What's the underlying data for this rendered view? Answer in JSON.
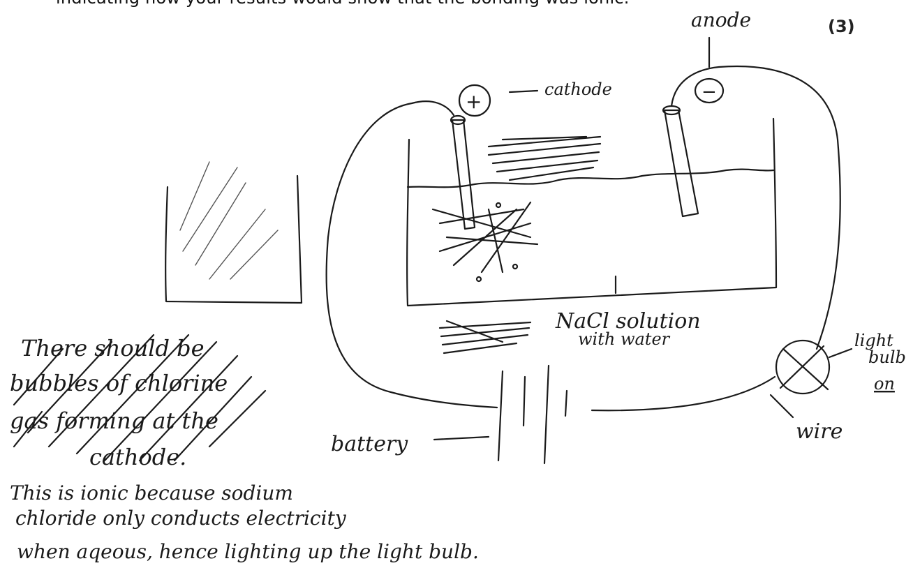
{
  "question": {
    "prompt_tail": "indicating how your results would show that the bonding was ionic.",
    "marks": "(3)"
  },
  "diagram_labels": {
    "anode": "anode",
    "cathode": "cathode",
    "solution": "NaCl solution",
    "solution_line2": "with water",
    "light_bulb_l1": "light",
    "light_bulb_l2": "bulb",
    "light_bulb_l3": "on",
    "wire": "wire",
    "battery": "battery",
    "plus_sign": "+",
    "minus_sign": "−"
  },
  "crossed_out_answer": [
    "There should be",
    "bubbles of chlorine",
    "gas forming at the",
    "cathode."
  ],
  "answer": [
    "This is ionic because sodium",
    "chloride only conducts electricity",
    "when aqeous, hence lighting up the light bulb."
  ]
}
